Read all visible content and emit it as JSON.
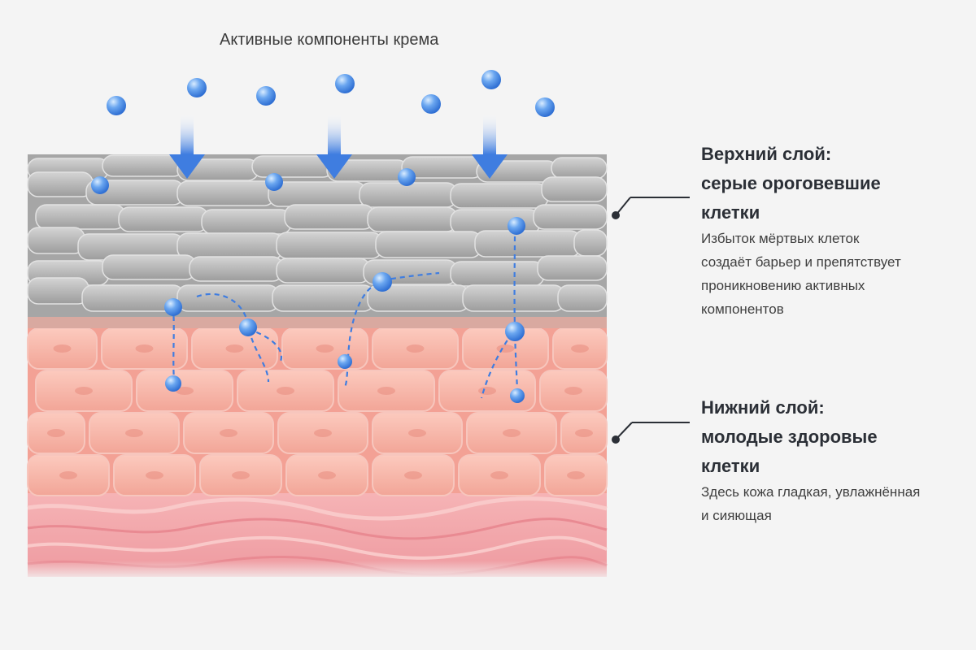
{
  "title": "Активные компоненты крема",
  "upper": {
    "heading": [
      "Верхний слой:",
      "серые ороговевшие",
      "клетки"
    ],
    "description": [
      "Избыток мёртвых клеток",
      "создаёт барьер и препятствует",
      "проникновению активных",
      "компонентов"
    ]
  },
  "lower": {
    "heading": [
      "Нижний слой:",
      "молодые здоровые",
      "клетки"
    ],
    "description": [
      "Здесь кожа гладкая, увлажнённая",
      "и сияющая"
    ]
  },
  "colors": {
    "background": "#f4f4f4",
    "dead_cell": "#b9b9b9",
    "healthy_cell": "#f7b7ab",
    "dermis": "#f3a3a7",
    "molecule": "#4f8fe6",
    "arrow": "#3f7de0"
  }
}
